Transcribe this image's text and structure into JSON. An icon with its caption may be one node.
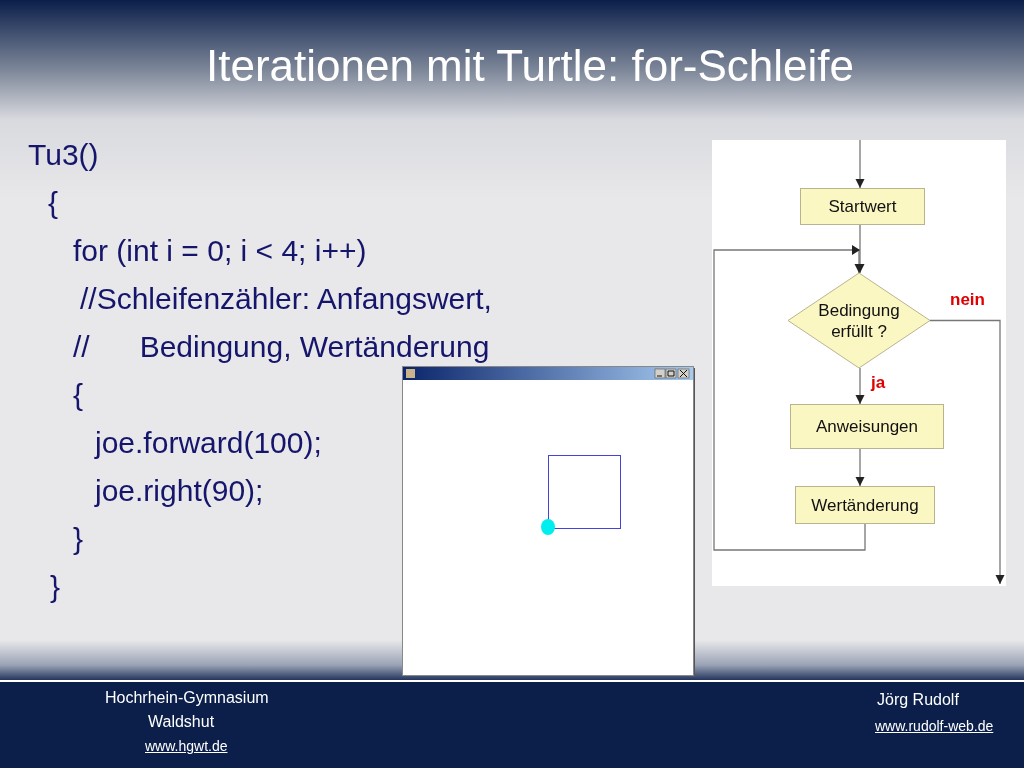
{
  "diagram": {
    "title": "Iterationen mit Turtle: for-Schleife",
    "nodes": [
      {
        "text": [
          "Startwert"
        ]
      },
      {
        "text": [
          "Bedingung erfüllt ?"
        ]
      },
      {
        "text": [
          "Anweisungen"
        ]
      },
      {
        "text": [
          "Wertänderung"
        ]
      }
    ],
    "edges": [
      {
        "from": null,
        "to": 0,
        "arrow": "to"
      },
      {
        "from": 0,
        "to": 1,
        "arrow": "to"
      },
      {
        "from": 1,
        "to": 2,
        "arrow": "to",
        "label": "ja"
      },
      {
        "from": 2,
        "to": 3,
        "arrow": "to"
      },
      {
        "from": 3,
        "to": 1,
        "arrow": "to"
      },
      {
        "from": 1,
        "to": null,
        "arrow": "to",
        "label": "nein"
      }
    ],
    "labels": [
      "Tu3()",
      "{",
      "for (int i = 0; i < 4; i++)",
      "//Schleifenzähler: Anfangswert,",
      "//      Bedingung, Wertänderung",
      "{",
      "joe.forward(100);",
      "joe.right(90);",
      "}",
      "}",
      "Hochrhein-Gymnasium",
      "Waldshut",
      "www.hgwt.de",
      "Jörg Rudolf",
      "www.rudolf-web.de"
    ]
  }
}
